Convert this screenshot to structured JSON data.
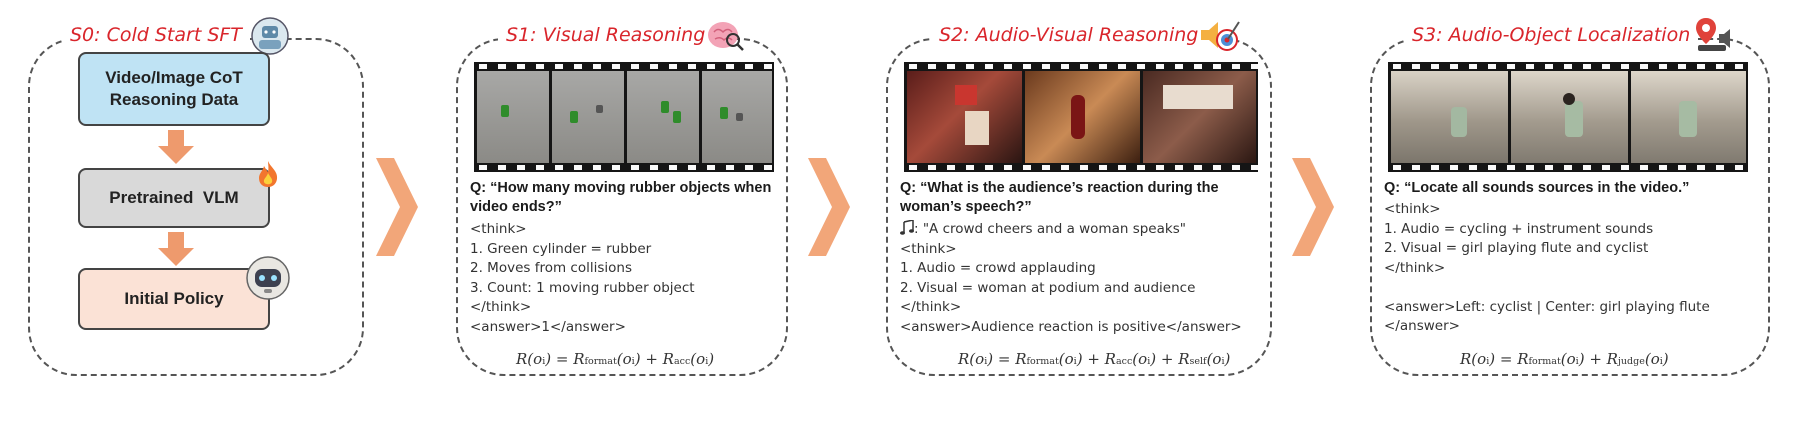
{
  "stages": [
    {
      "title": "S0: Cold Start SFT",
      "boxes": [
        {
          "text": "Video/Image CoT\nReasoning Data",
          "color": "#bfe3f4"
        },
        {
          "text": "Pretrained  VLM",
          "color": "#d9d9d9"
        },
        {
          "text": "Initial Policy",
          "color": "#fbe2d6"
        }
      ]
    },
    {
      "title": "S1: Visual Reasoning",
      "question": "Q: “How many moving rubber objects when video ends?”",
      "lines": [
        "<think>",
        "1. Green cylinder = rubber",
        "2. Moves from collisions",
        "3. Count: 1 moving rubber object",
        "</think>",
        "<answer>1</answer>"
      ],
      "formula": {
        "lhs": "R(o",
        "lhs_sub": "i",
        "terms": [
          {
            "sym": "R",
            "sub": "format"
          },
          {
            "sym": "R",
            "sub": "acc"
          }
        ]
      }
    },
    {
      "title": "S2: Audio-Visual Reasoning",
      "question": "Q: “What is the audience’s reaction during the woman’s speech?”",
      "audio_line": ": \"A crowd cheers and a woman speaks\"",
      "lines": [
        "<think>",
        "1. Audio = crowd applauding",
        "2. Visual = woman at podium and audience",
        "</think>",
        "<answer>Audience reaction is positive</answer>"
      ],
      "formula": {
        "lhs": "R(o",
        "lhs_sub": "i",
        "terms": [
          {
            "sym": "R",
            "sub": "format"
          },
          {
            "sym": "R",
            "sub": "acc"
          },
          {
            "sym": "R",
            "sub": "self"
          }
        ]
      }
    },
    {
      "title": "S3: Audio-Object Localization",
      "question": "Q: “Locate all sounds sources in the video.”",
      "lines": [
        "<think>",
        "1. Audio = cycling + instrument sounds",
        "2. Visual = girl playing flute and cyclist",
        "</think>",
        "",
        "<answer>Left: cyclist | Center: girl playing flute",
        "</answer>"
      ],
      "formula": {
        "lhs": "R(o",
        "lhs_sub": "i",
        "terms": [
          {
            "sym": "R",
            "sub": "format"
          },
          {
            "sym": "R",
            "sub": "judge"
          }
        ]
      }
    }
  ],
  "colors": {
    "title": "#d9252b",
    "arrow": "#f2a679",
    "down_arrow": "#ee9a6d"
  },
  "icons": [
    "robot-icon",
    "fire-icon",
    "brain-search-icon",
    "speaker-target-icon",
    "location-speaker-icon",
    "music-note-icon"
  ]
}
